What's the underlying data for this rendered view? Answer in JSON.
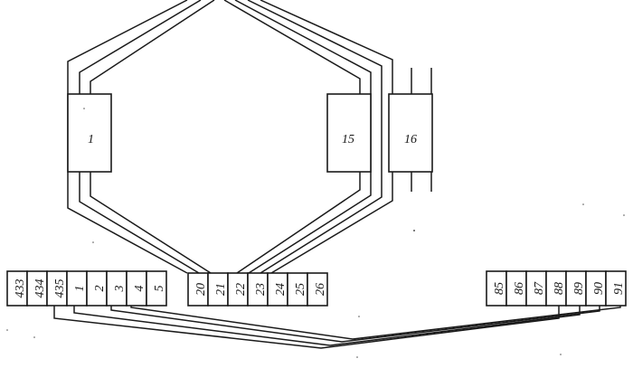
{
  "blocks": [
    {
      "id": "block-1",
      "label": "1"
    },
    {
      "id": "block-15",
      "label": "15"
    },
    {
      "id": "block-16",
      "label": "16"
    }
  ],
  "terminal_groups": [
    {
      "id": "left",
      "labels": [
        "433",
        "434",
        "435",
        "1",
        "2",
        "3",
        "4",
        "5"
      ]
    },
    {
      "id": "middle",
      "labels": [
        "20",
        "21",
        "22",
        "23",
        "24",
        "25",
        "26"
      ]
    },
    {
      "id": "right",
      "labels": [
        "85",
        "86",
        "87",
        "88",
        "89",
        "90",
        "91"
      ]
    }
  ]
}
